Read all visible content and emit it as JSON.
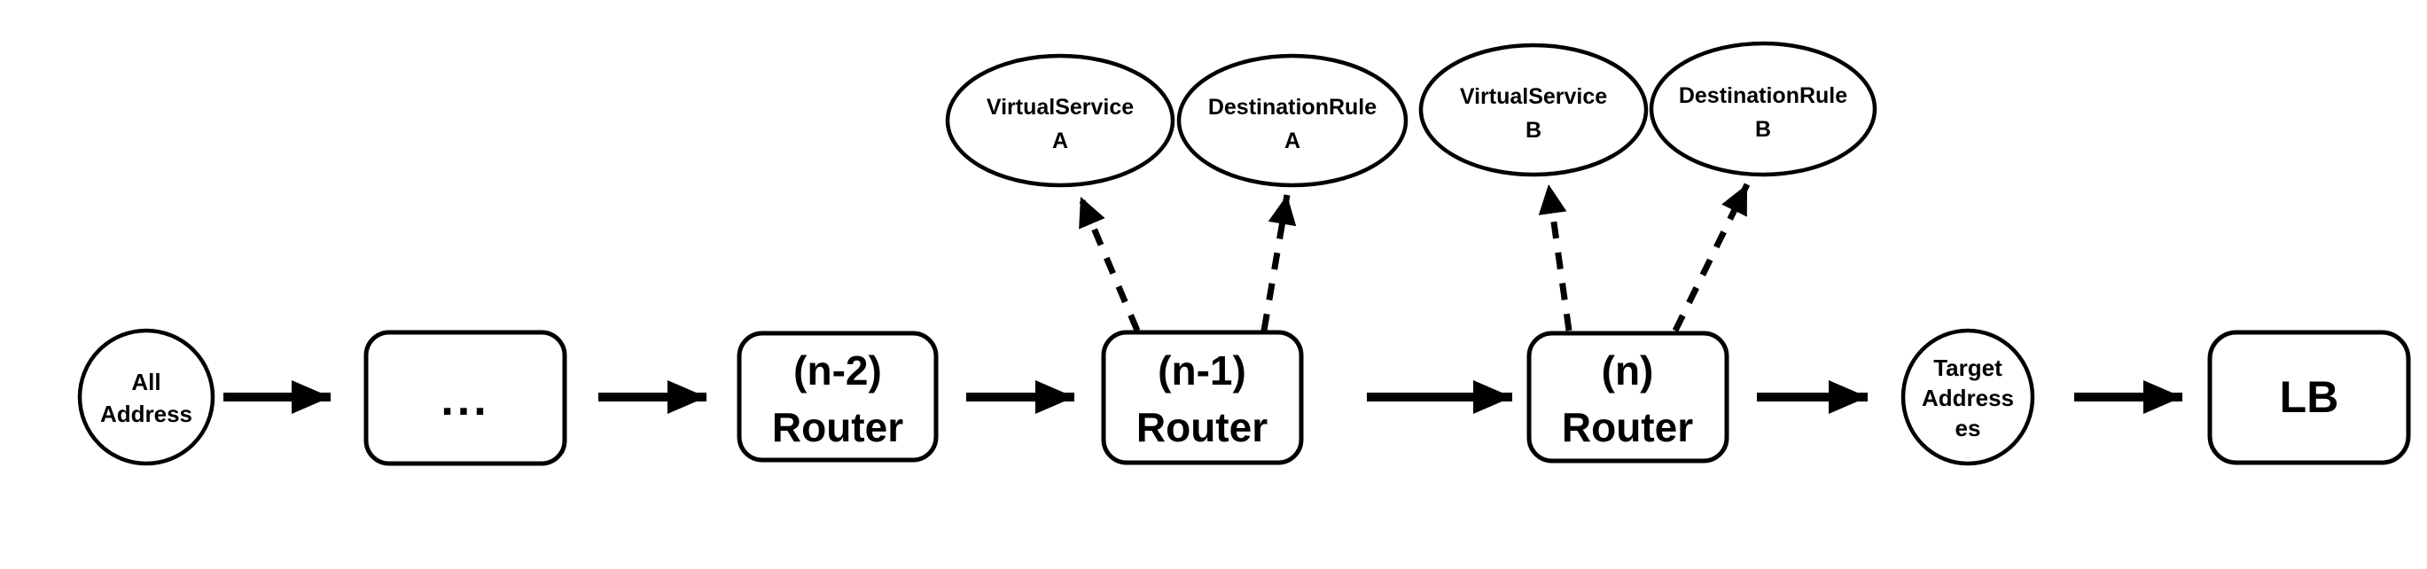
{
  "colors": {
    "background": "#ffffff",
    "stroke": "#000000",
    "text": "#000000"
  },
  "nodes": {
    "all_address": {
      "shape": "ellipse",
      "lines": [
        "All",
        "Address"
      ]
    },
    "dots": {
      "shape": "rounded-rect",
      "lines": [
        "..."
      ]
    },
    "router_n2": {
      "shape": "rounded-rect",
      "lines": [
        "(n-2)",
        "Router"
      ]
    },
    "router_n1": {
      "shape": "rounded-rect",
      "lines": [
        "(n-1)",
        "Router"
      ]
    },
    "router_n": {
      "shape": "rounded-rect",
      "lines": [
        "(n)",
        "Router"
      ]
    },
    "target_addresses": {
      "shape": "ellipse",
      "lines": [
        "Target",
        "Address",
        "es"
      ]
    },
    "lb": {
      "shape": "rounded-rect",
      "lines": [
        "LB"
      ]
    },
    "virtual_service_a": {
      "shape": "ellipse",
      "lines": [
        "VirtualService",
        "A"
      ]
    },
    "destination_rule_a": {
      "shape": "ellipse",
      "lines": [
        "DestinationRule",
        "A"
      ]
    },
    "virtual_service_b": {
      "shape": "ellipse",
      "lines": [
        "VirtualService",
        "B"
      ]
    },
    "destination_rule_b": {
      "shape": "ellipse",
      "lines": [
        "DestinationRule",
        "B"
      ]
    }
  },
  "edges": {
    "flow": [
      {
        "from": "all_address",
        "to": "dots",
        "style": "solid-arrow"
      },
      {
        "from": "dots",
        "to": "router_n2",
        "style": "solid-arrow"
      },
      {
        "from": "router_n2",
        "to": "router_n1",
        "style": "solid-arrow"
      },
      {
        "from": "router_n1",
        "to": "router_n",
        "style": "solid-arrow"
      },
      {
        "from": "router_n",
        "to": "target_addresses",
        "style": "solid-arrow"
      },
      {
        "from": "target_addresses",
        "to": "lb",
        "style": "solid-arrow"
      }
    ],
    "references": [
      {
        "from": "router_n1",
        "to": "virtual_service_a",
        "style": "dashed-arrow"
      },
      {
        "from": "router_n1",
        "to": "destination_rule_a",
        "style": "dashed-arrow"
      },
      {
        "from": "router_n",
        "to": "virtual_service_b",
        "style": "dashed-arrow"
      },
      {
        "from": "router_n",
        "to": "destination_rule_b",
        "style": "dashed-arrow"
      }
    ]
  }
}
